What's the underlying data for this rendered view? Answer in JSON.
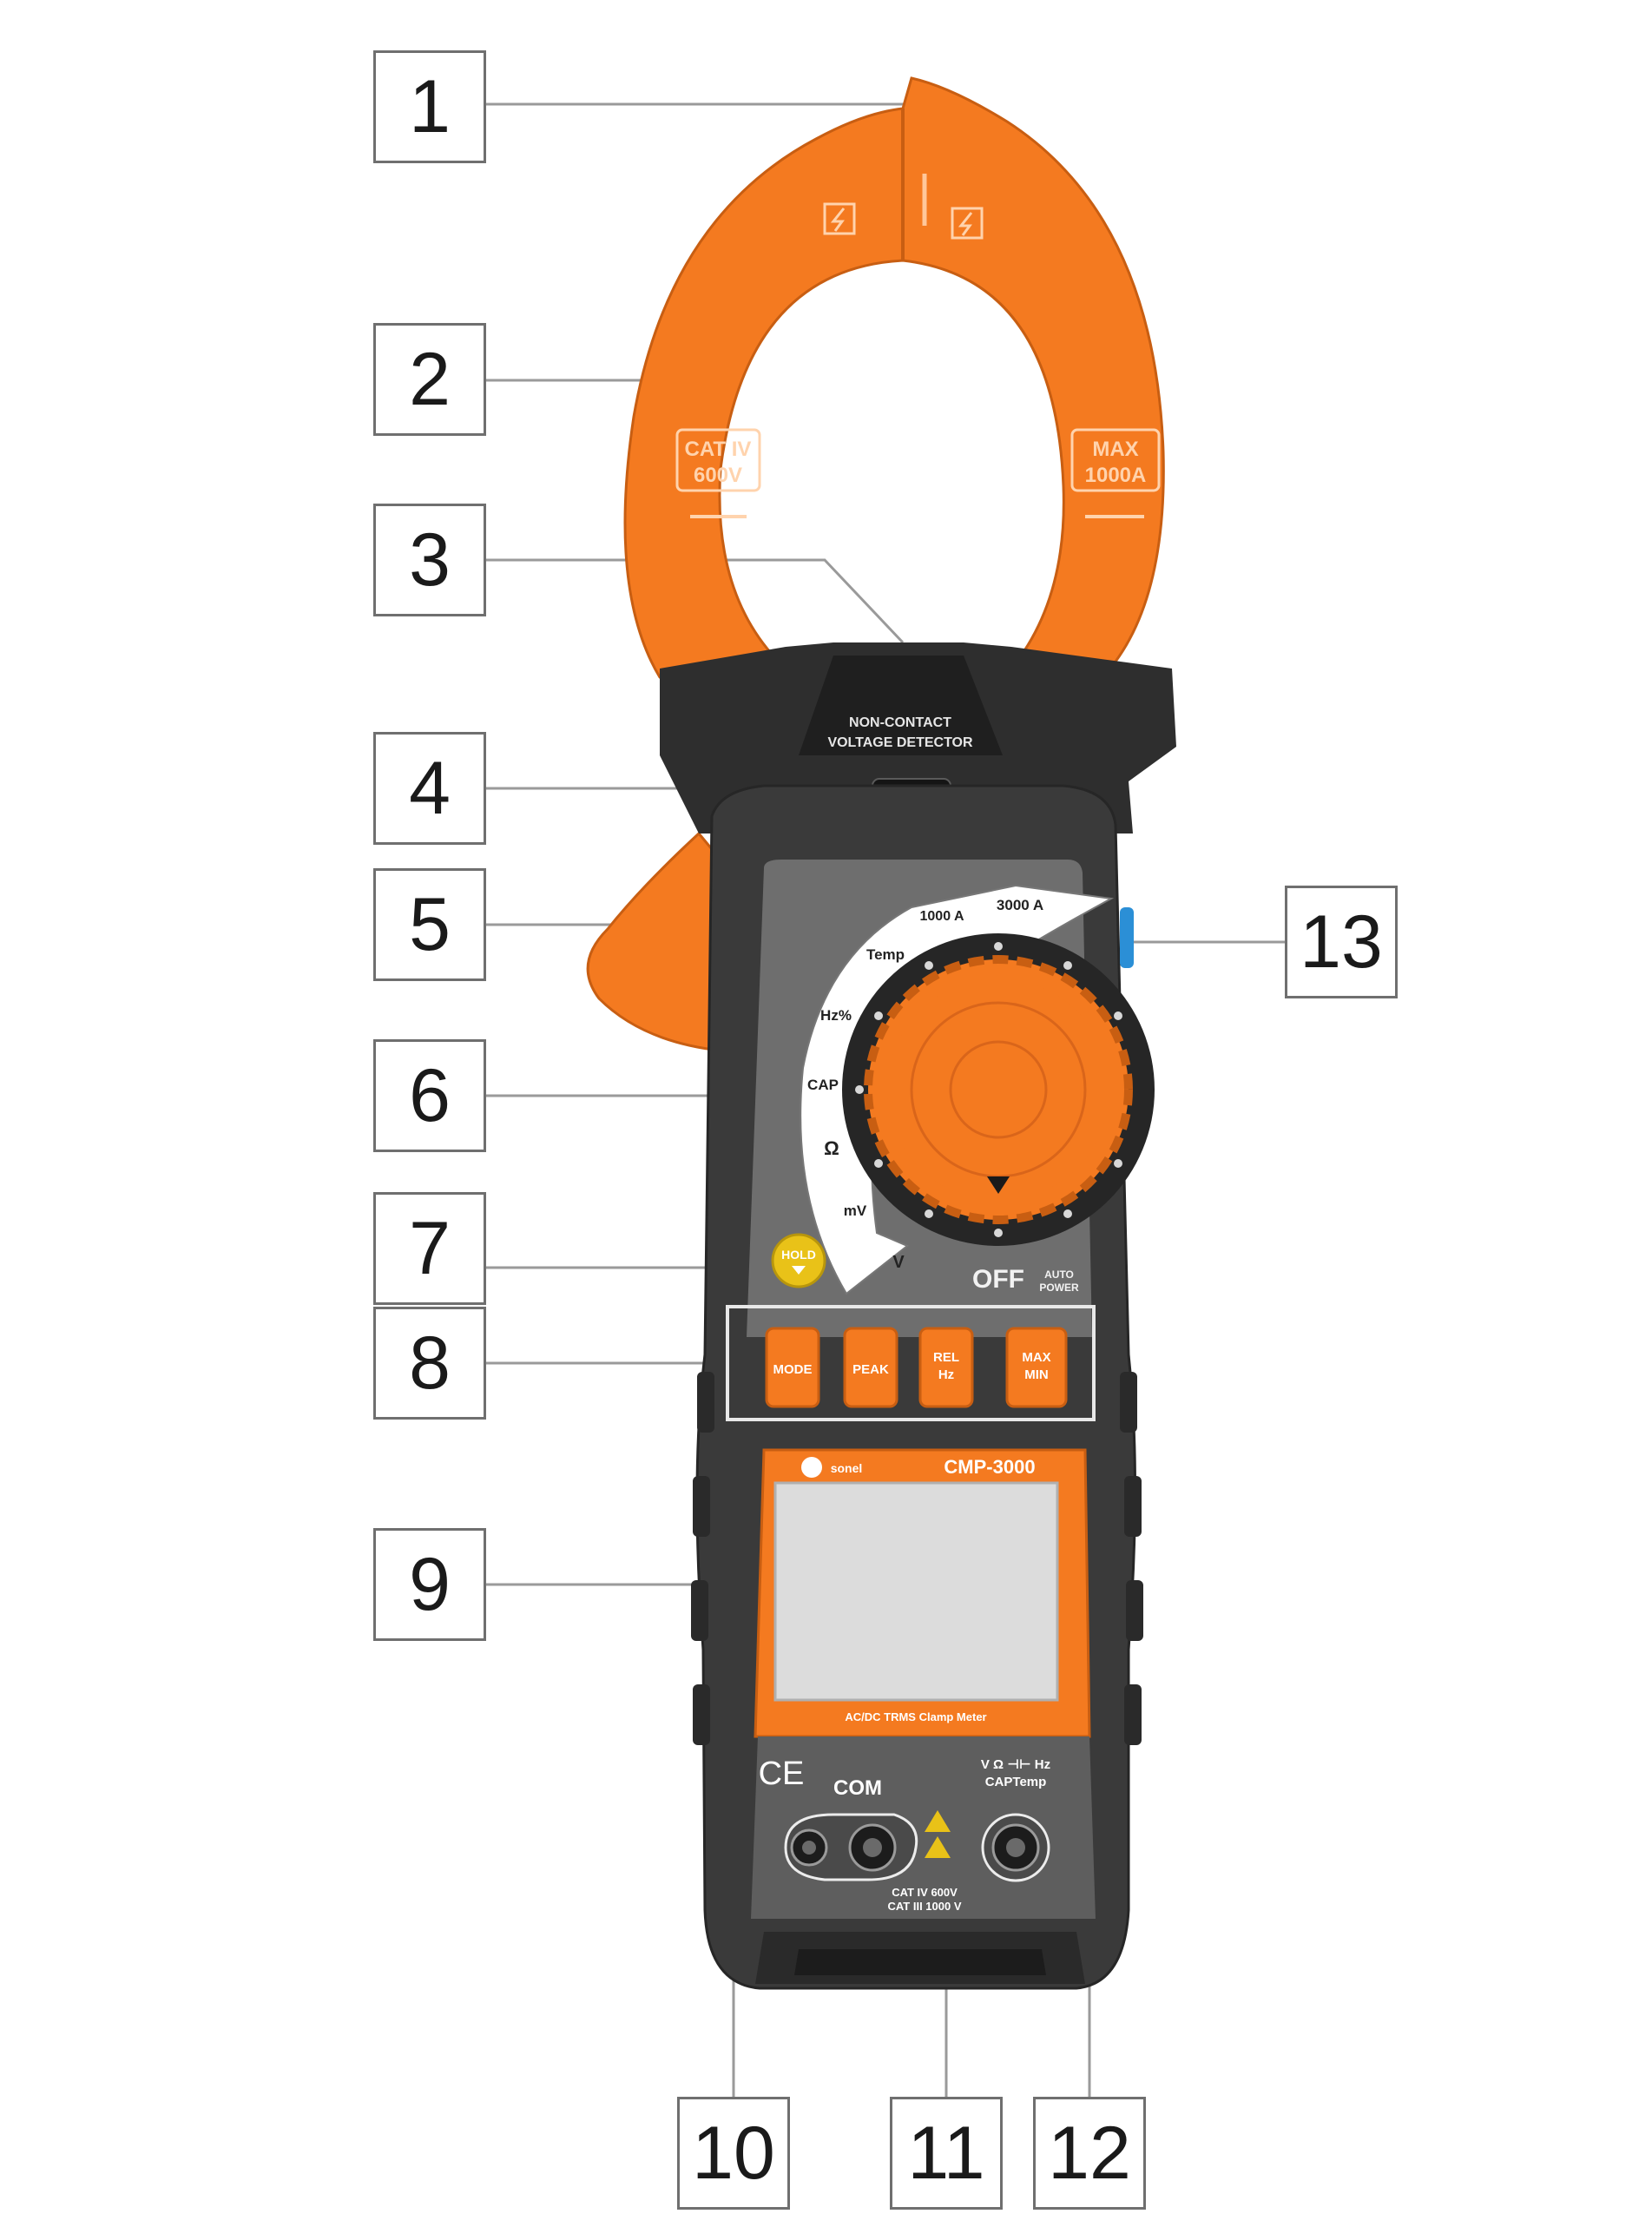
{
  "callouts": [
    {
      "num": "1"
    },
    {
      "num": "2"
    },
    {
      "num": "3"
    },
    {
      "num": "4"
    },
    {
      "num": "5"
    },
    {
      "num": "6"
    },
    {
      "num": "7"
    },
    {
      "num": "8"
    },
    {
      "num": "9"
    },
    {
      "num": "10"
    },
    {
      "num": "11"
    },
    {
      "num": "12"
    },
    {
      "num": "13"
    }
  ],
  "jaw": {
    "cat_line1": "CAT IV",
    "cat_line2": "600V",
    "max_line1": "MAX",
    "max_line2": "1000A",
    "detector_line1": "NON-CONTACT",
    "detector_line2": "VOLTAGE DETECTOR"
  },
  "dial": {
    "ranges": [
      "3000 A",
      "1000 A",
      "Temp",
      "Hz%",
      "CAP",
      "Ω",
      "mV",
      "V"
    ],
    "off_label": "OFF",
    "auto_line1": "AUTO",
    "auto_line2": "POWER"
  },
  "buttons": {
    "hold": "HOLD",
    "mode": "MODE",
    "peak": "PEAK",
    "rel_line1": "REL",
    "rel_line2": "Hz",
    "max_line1": "MAX",
    "max_line2": "MIN"
  },
  "display": {
    "brand": "sonel",
    "model": "CMP-3000",
    "subtitle": "AC/DC TRMS Clamp Meter"
  },
  "terminals": {
    "ce": "CE",
    "com": "COM",
    "input_line1": "V Ω ⊣⊢ Hz",
    "input_line2": "CAPTemp",
    "rating_line1": "CAT IV 600V",
    "rating_line2": "CAT III 1000 V"
  },
  "colors": {
    "orange": "#f47a20",
    "body_dark": "#3a3a3a",
    "panel": "#6e6e6e",
    "hold": "#e9c218",
    "indicator": "#2b8fd6"
  }
}
